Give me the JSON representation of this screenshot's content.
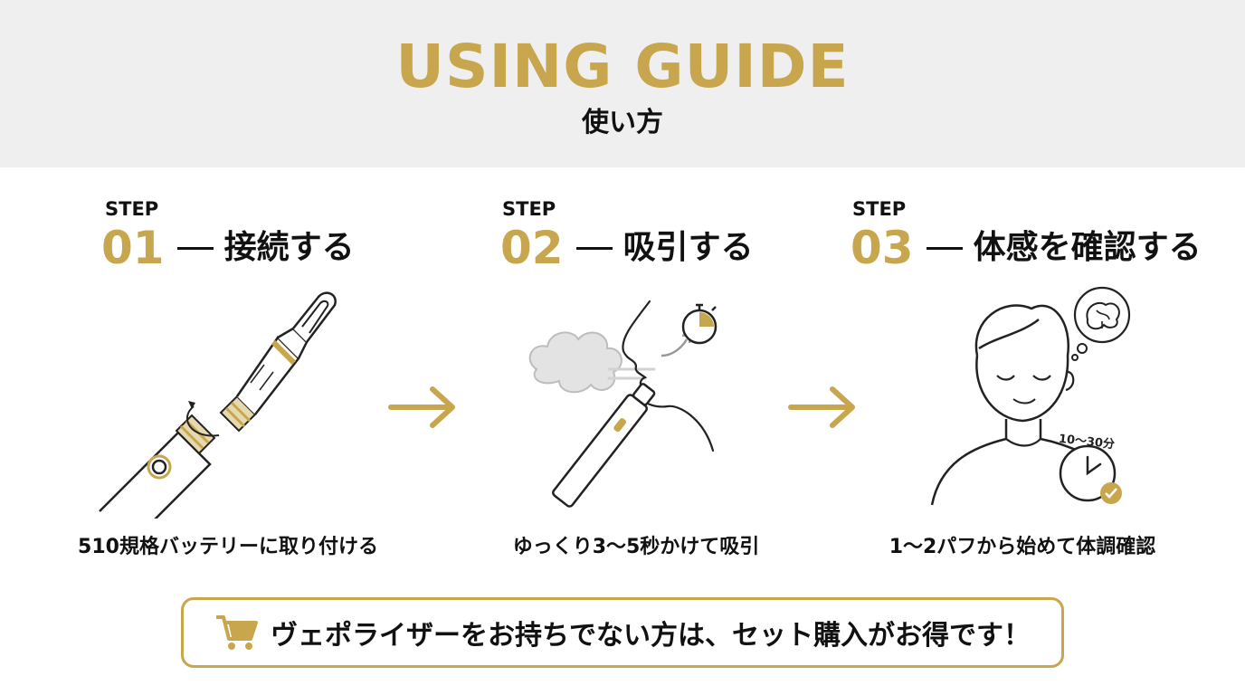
{
  "header": {
    "title": "USING GUIDE",
    "subtitle": "使い方"
  },
  "steps": [
    {
      "label": "STEP",
      "number": "01",
      "title": "接続する",
      "caption": "510規格バッテリーに取り付ける",
      "icon": "cartridge-battery-icon"
    },
    {
      "label": "STEP",
      "number": "02",
      "title": "吸引する",
      "caption": "ゆっくり3〜5秒かけて吸引",
      "icon": "inhale-vapor-icon"
    },
    {
      "label": "STEP",
      "number": "03",
      "title": "体感を確認する",
      "caption": "1〜2パフから始めて体調確認",
      "icon": "person-relax-icon",
      "clock_label": "10〜30分"
    }
  ],
  "banner": {
    "text": "ヴェポライザーをお持ちでない方は、セット購入がお得です！",
    "icon": "cart-icon"
  },
  "colors": {
    "accent": "#c8a64e",
    "header_bg": "#efefef",
    "text": "#111111"
  }
}
